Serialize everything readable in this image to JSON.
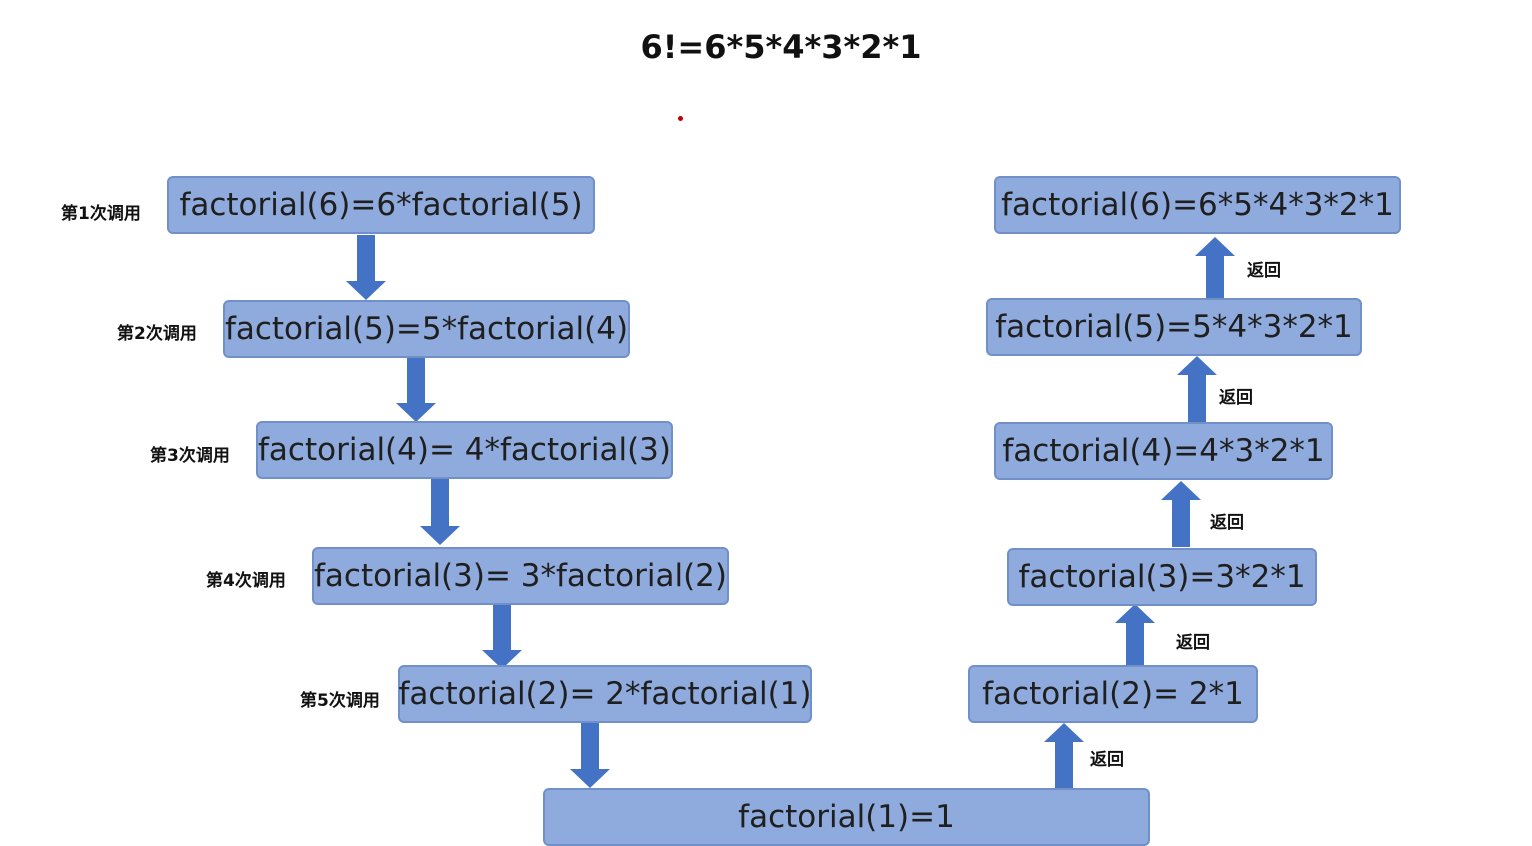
{
  "title": "6!=6*5*4*3*2*1",
  "calls": [
    {
      "label": "第1次调用",
      "text": "factorial(6)=6*factorial(5)"
    },
    {
      "label": "第2次调用",
      "text": "factorial(5)=5*factorial(4)"
    },
    {
      "label": "第3次调用",
      "text": "factorial(4)= 4*factorial(3)"
    },
    {
      "label": "第4次调用",
      "text": "factorial(3)= 3*factorial(2)"
    },
    {
      "label": "第5次调用",
      "text": "factorial(2)= 2*factorial(1)"
    }
  ],
  "base": {
    "text": "factorial(1)=1"
  },
  "returns": [
    {
      "text": "factorial(6)=6*5*4*3*2*1"
    },
    {
      "text": "factorial(5)=5*4*3*2*1"
    },
    {
      "text": "factorial(4)=4*3*2*1"
    },
    {
      "text": "factorial(3)=3*2*1"
    },
    {
      "text": "factorial(2)= 2*1"
    }
  ],
  "return_labels": [
    "返回",
    "返回",
    "返回",
    "返回",
    "返回"
  ],
  "colors": {
    "box_fill": "#8faadc",
    "box_border": "#7190c9",
    "arrow": "#4472c4",
    "dot": "#c00000"
  }
}
